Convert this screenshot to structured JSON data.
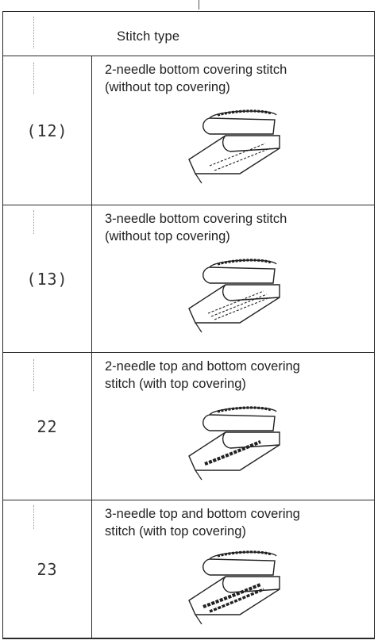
{
  "table": {
    "header": {
      "stitch_type_label": "Stitch type"
    },
    "rows": [
      {
        "code": "(12)",
        "description": "2-needle bottom covering stitch\n(without top covering)",
        "needles": 2,
        "top_covering": false,
        "illustration_icon": "two-needle-bottom-cover-stitch-illustration"
      },
      {
        "code": "(13)",
        "description": "3-needle bottom covering stitch\n(without top covering)",
        "needles": 3,
        "top_covering": false,
        "illustration_icon": "three-needle-bottom-cover-stitch-illustration"
      },
      {
        "code": "22",
        "description": "2-needle top and bottom covering\nstitch (with top covering)",
        "needles": 2,
        "top_covering": true,
        "illustration_icon": "two-needle-top-bottom-cover-stitch-illustration"
      },
      {
        "code": "23",
        "description": "3-needle top and bottom covering\nstitch (with top covering)",
        "needles": 3,
        "top_covering": true,
        "illustration_icon": "three-needle-top-bottom-cover-stitch-illustration"
      }
    ]
  },
  "colors": {
    "ink": "#222222",
    "rule": "#2a2a2a",
    "paper": "#ffffff"
  }
}
